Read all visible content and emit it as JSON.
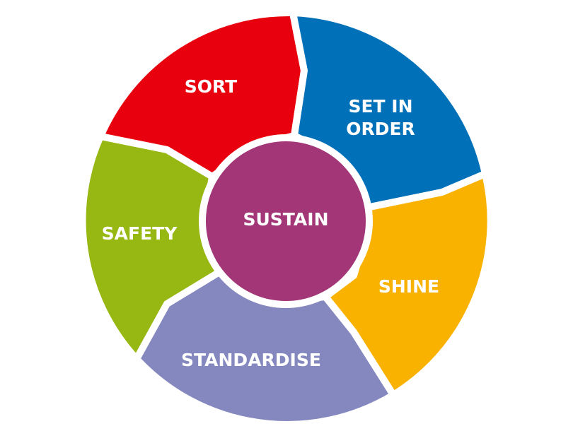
{
  "diagram": {
    "center": {
      "label": "SUSTAIN",
      "color": "#A23677"
    },
    "segments": [
      {
        "id": "sort",
        "lines": [
          "SORT"
        ],
        "color": "#E8000E"
      },
      {
        "id": "set-in-order",
        "lines": [
          "SET IN",
          "ORDER"
        ],
        "color": "#0071B8"
      },
      {
        "id": "shine",
        "lines": [
          "SHINE"
        ],
        "color": "#F9B200"
      },
      {
        "id": "standardise",
        "lines": [
          "STANDARDISE"
        ],
        "color": "#8588BF"
      },
      {
        "id": "safety",
        "lines": [
          "SAFETY"
        ],
        "color": "#97B713"
      }
    ]
  }
}
